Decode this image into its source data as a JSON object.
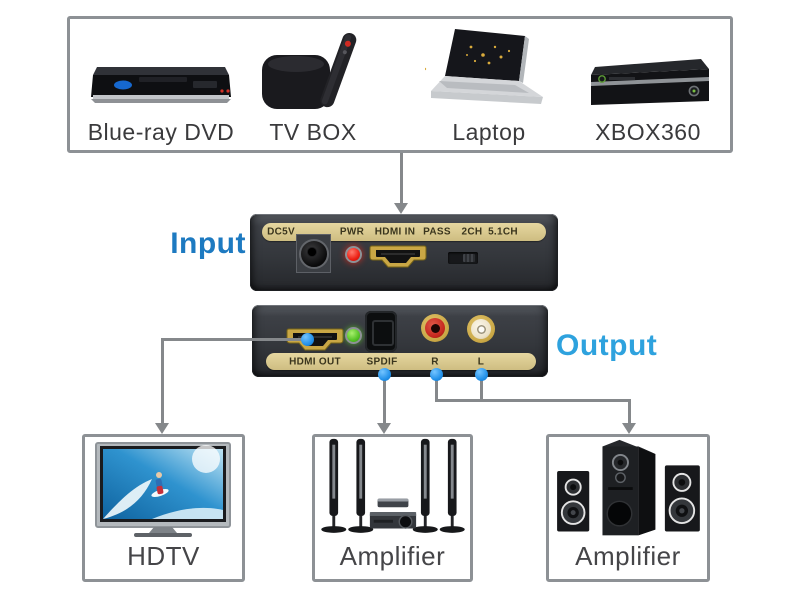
{
  "sources": {
    "items": [
      {
        "label": "Blue-ray DVD"
      },
      {
        "label": "TV BOX"
      },
      {
        "label": "Laptop"
      },
      {
        "label": "XBOX360"
      }
    ]
  },
  "converter": {
    "input_label": "Input",
    "output_label": "Output",
    "input_ports": [
      "DC5V",
      "PWR",
      "HDMI IN",
      "PASS",
      "2CH",
      "5.1CH"
    ],
    "output_ports": [
      "HDMI OUT",
      "SPDIF",
      "R",
      "L"
    ]
  },
  "sinks": {
    "items": [
      {
        "label": "HDTV"
      },
      {
        "label": "Amplifier"
      },
      {
        "label": "Amplifier"
      }
    ]
  },
  "colors": {
    "input_label": "#1d7ac1",
    "output_label": "#2ea2de",
    "connector": "#85888b",
    "connector_dot": "#2492ea",
    "port_strip": "#d9c98f",
    "box_border": "#8d9195",
    "power_led": "#ec2014",
    "signal_led": "#55c226"
  }
}
